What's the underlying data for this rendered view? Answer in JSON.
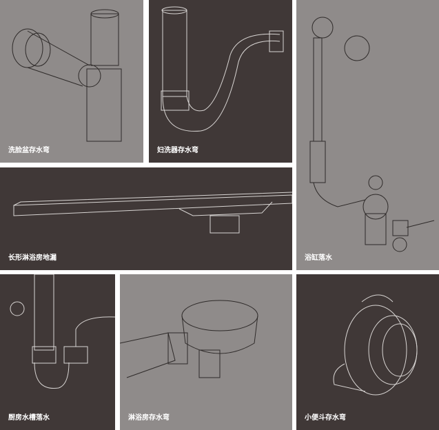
{
  "panels": [
    {
      "label": "洗脸盆存水弯",
      "color": "#8f8b8a"
    },
    {
      "label": "妇洗器存水弯",
      "color": "#403837"
    },
    {
      "label": "浴缸落水",
      "color": "#8f8b8a"
    },
    {
      "label": "长形淋浴房地漏",
      "color": "#403837"
    },
    {
      "label": "厨房水槽落水",
      "color": "#403837"
    },
    {
      "label": "淋浴房存水弯",
      "color": "#8f8b8a"
    },
    {
      "label": "小便斗存水弯",
      "color": "#403837"
    }
  ]
}
